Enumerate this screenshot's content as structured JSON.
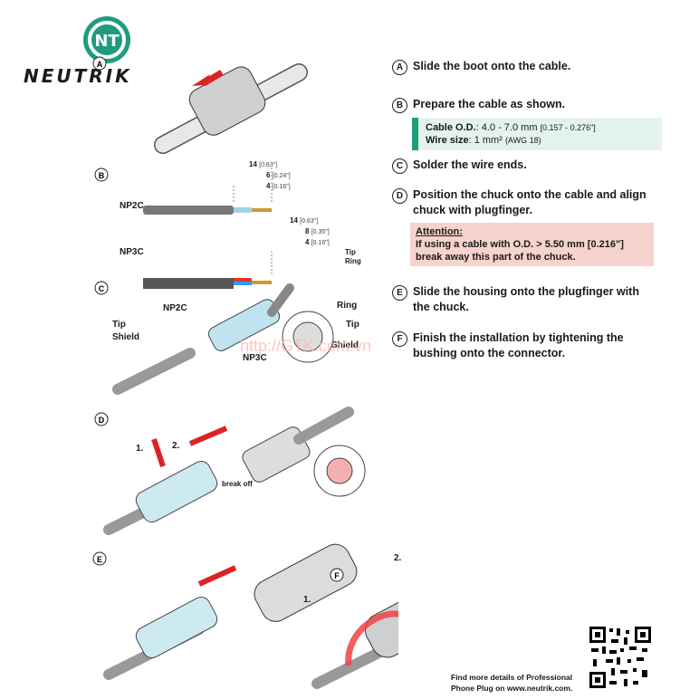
{
  "brand": {
    "name": "NEUTRIK",
    "logo_letters": "NT"
  },
  "steps": [
    {
      "letter": "A",
      "text": "Slide the boot onto the cable."
    },
    {
      "letter": "B",
      "text": "Prepare the cable as shown."
    },
    {
      "letter": "C",
      "text": "Solder the wire ends."
    },
    {
      "letter": "D",
      "text": "Position the chuck onto the cable and align chuck with plugfinger."
    },
    {
      "letter": "E",
      "text": "Slide the housing onto the plugfinger with the chuck."
    },
    {
      "letter": "F",
      "text": "Finish the installation by tightening the bushing onto the connector."
    }
  ],
  "spec": {
    "od_label": "Cable O.D.",
    "od_value": ": 4.0 - 7.0 mm",
    "od_inch": "[0.157 - 0.276\"]",
    "wire_label": "Wire size",
    "wire_value": ":  1 mm²",
    "wire_awg": "(AWG 18)"
  },
  "attention": {
    "title": "Attention:",
    "text": "If using a cable with O.D. > 5.50 mm [0.216\"] break away this part of the chuck."
  },
  "diagram": {
    "np2c": "NP2C",
    "np3c": "NP3C",
    "dims_np2c": [
      {
        "v": "14",
        "i": "[0.63\"]"
      },
      {
        "v": "6",
        "i": "[0.24\"]"
      },
      {
        "v": "4",
        "i": "[0.16\"]"
      }
    ],
    "dims_np3c": [
      {
        "v": "14",
        "i": "[0.63\"]"
      },
      {
        "v": "8",
        "i": "[0.35\"]"
      },
      {
        "v": "4",
        "i": "[0.16\"]"
      }
    ],
    "tip": "Tip",
    "ring": "Ring",
    "shield": "Shield",
    "break_off": "break off",
    "step1": "1.",
    "step2": "2."
  },
  "watermark": "http://GTK.com.vn",
  "footer": "Find more details of Professional Phone Plug on www.neutrik.com."
}
